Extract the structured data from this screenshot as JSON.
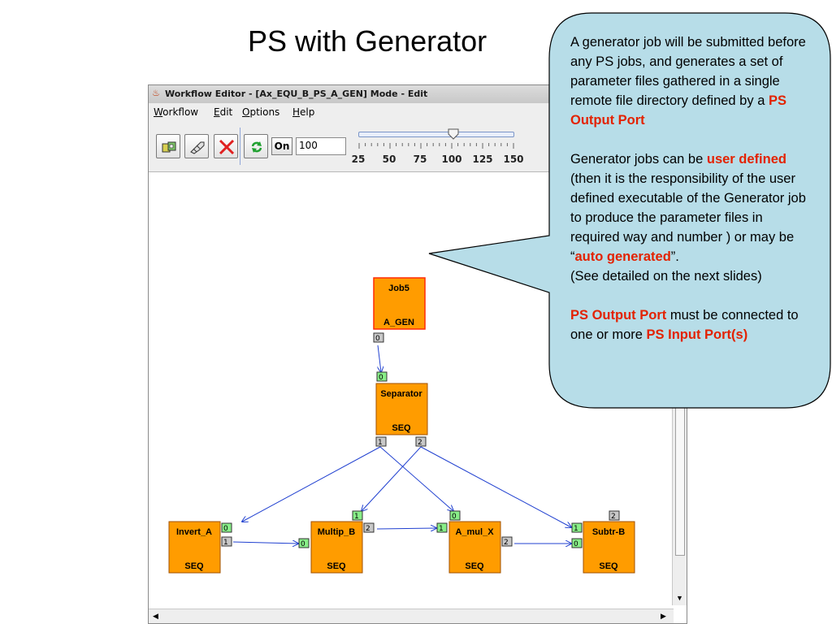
{
  "slide": {
    "title": "PS with Generator"
  },
  "window": {
    "title": "Workflow Editor - [Ax_EQU_B_PS_A_GEN] Mode - Edit",
    "menu": [
      "Workflow",
      "Edit",
      "Options",
      "Help"
    ],
    "toolbar": {
      "buttons": [
        {
          "name": "new-job-button",
          "icon": "new-job-icon"
        },
        {
          "name": "connect-ports-button",
          "icon": "cable-plug-icon"
        },
        {
          "name": "delete-button",
          "icon": "red-x-icon"
        },
        {
          "name": "refresh-button",
          "icon": "green-refresh-icon"
        }
      ],
      "on_label": "On",
      "zoom_value": "100",
      "zoom_ticks": [
        "25",
        "50",
        "75",
        "100",
        "125",
        "150"
      ],
      "zoom_selected": 100
    }
  },
  "workflow": {
    "jobs": [
      {
        "id": "job5",
        "name": "Job5",
        "type": "A_GEN",
        "selected": true
      },
      {
        "id": "separator",
        "name": "Separator",
        "type": "SEQ"
      },
      {
        "id": "invert",
        "name": "Invert_A",
        "type": "SEQ"
      },
      {
        "id": "multip",
        "name": "Multip_B",
        "type": "SEQ"
      },
      {
        "id": "amul",
        "name": "A_mul_X",
        "type": "SEQ"
      },
      {
        "id": "subtr",
        "name": "Subtr-B",
        "type": "SEQ"
      }
    ],
    "ports": {
      "job5_out": "0",
      "sep_in": "0",
      "sep_out1": "1",
      "sep_out2": "2",
      "inv_in0": "0",
      "inv_out1": "1",
      "mul_in0": "0",
      "mul_in1": "1",
      "mul_out2": "2",
      "amul_in0": "0",
      "amul_in1": "1",
      "amul_out2": "2",
      "sub_in0": "0",
      "sub_in1": "1",
      "sub_out2": "2"
    },
    "colors": {
      "job_fill": "#ff9c00",
      "job_border": "#a05000",
      "selected_border": "#ff2a00",
      "port_in": "#88ee88",
      "port_out": "#c8c8c8",
      "edge": "#2040d0"
    }
  },
  "callout": {
    "p1": "A generator job will be submitted before any PS jobs, and generates a set of parameter files gathered in a single remote file directory defined by a ",
    "p1_red": "PS Output Port",
    "p2_a": "Generator jobs can be ",
    "p2_red1": "user defined",
    "p2_b": " (then it is the responsibility of the user defined executable of the Generator job to produce the parameter files in required way  and number ) or may be “",
    "p2_red2": "auto generated",
    "p2_c": "”.",
    "p2_d": "(See detailed on the next slides)",
    "p3_red1": "PS Output Port",
    "p3_a": " must be connected to one or more ",
    "p3_red2": "PS Input Port(s)",
    "fill": "#b7dde8"
  }
}
